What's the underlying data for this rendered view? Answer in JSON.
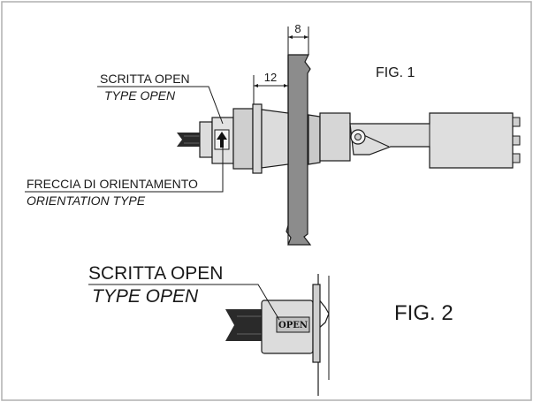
{
  "figure1": {
    "title": "FIG. 1",
    "dimension_top": "8",
    "dimension_left": "12",
    "label_open_it": "SCRITTA OPEN",
    "label_open_en": "TYPE OPEN",
    "label_arrow_it": "FRECCIA DI ORIENTAMENTO",
    "label_arrow_en": "ORIENTATION TYPE"
  },
  "figure2": {
    "title": "FIG. 2",
    "label_open_it": "SCRITTA OPEN",
    "label_open_en": "TYPE OPEN",
    "badge_text": "OPEN"
  },
  "colors": {
    "panel": "#8c8c8c",
    "body_light": "#dcdcdc",
    "body_mid": "#c4c4c4",
    "outline": "#1a1a1a",
    "frame_border": "#b0b0b0"
  }
}
